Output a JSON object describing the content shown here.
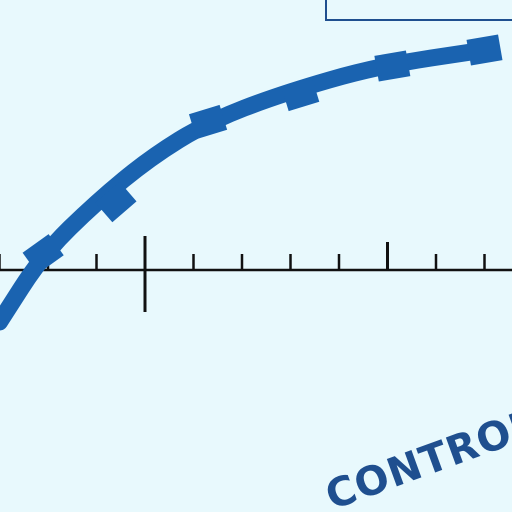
{
  "chart_data": {
    "type": "line",
    "colors": {
      "background": "#e8f9fd",
      "curve": "#1a63b0",
      "marker": "#1a63b0",
      "axis": "#111111",
      "text": "#1f4f8f"
    },
    "legend": {
      "placement": "top-right",
      "text": ""
    },
    "series": [
      {
        "label": "",
        "style": "thick-with-square-markers",
        "points": [
          [
            -3.0,
            -1.3
          ],
          [
            -2.1,
            0.4
          ],
          [
            -1.0,
            1.7
          ],
          [
            0.1,
            2.8
          ],
          [
            1.3,
            3.7
          ],
          [
            2.8,
            4.4
          ],
          [
            4.8,
            5.1
          ],
          [
            7.0,
            5.5
          ]
        ],
        "markers": [
          [
            -2.1,
            0.4
          ],
          [
            -0.6,
            1.7
          ],
          [
            1.3,
            3.7
          ],
          [
            3.2,
            4.4
          ],
          [
            5.1,
            5.1
          ],
          [
            7.0,
            5.5
          ]
        ]
      }
    ],
    "x_axis": {
      "major_ticks": [
        0,
        5
      ],
      "minor_ticks": [
        -3,
        -2,
        -1,
        1,
        2,
        3,
        4,
        6,
        7
      ]
    },
    "curve_labels": [
      {
        "text": "CONTROL",
        "position": "bottom-right"
      }
    ]
  }
}
